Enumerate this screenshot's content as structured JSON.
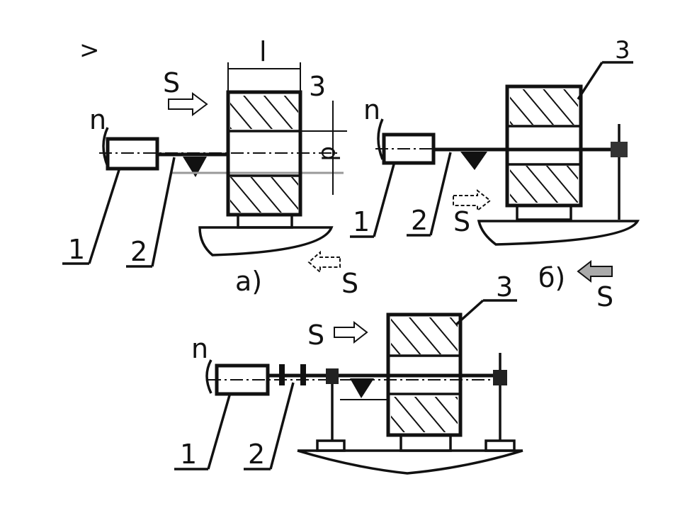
{
  "figure_a": {
    "label": "a)",
    "n": "n",
    "s_top": "S",
    "s_bottom": "S",
    "dim_l": "l",
    "dim_d": "d",
    "part_1": "1",
    "part_2": "2",
    "part_3": "3"
  },
  "figure_b": {
    "label": "б)",
    "n": "n",
    "s_mid": "S",
    "s_bottom": "S",
    "part_1": "1",
    "part_2": "2",
    "part_3": "3"
  },
  "figure_c": {
    "n": "n",
    "s_top": "S",
    "part_1": "1",
    "part_2": "2",
    "part_3": "3"
  },
  "stray_mark": ">"
}
